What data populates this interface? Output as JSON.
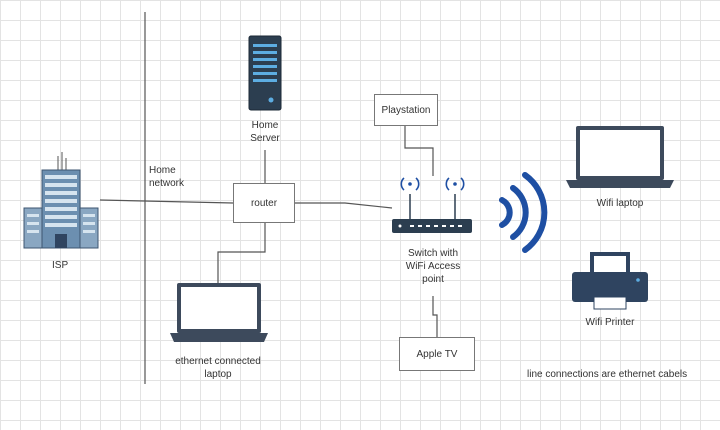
{
  "labels": {
    "isp": "ISP",
    "home_network_line1": "Home",
    "home_network_line2": "network",
    "home_server_line1": "Home",
    "home_server_line2": "Server",
    "router": "router",
    "playstation": "Playstation",
    "switch_line1": "Switch with",
    "switch_line2": "WiFi Access",
    "switch_line3": "point",
    "apple_tv": "Apple TV",
    "wifi_laptop": "Wifi laptop",
    "wifi_printer": "Wifi Printer",
    "ethernet_laptop_line1": "ethernet connected",
    "ethernet_laptop_line2": "laptop",
    "note": "line connections are ethernet cabels"
  },
  "colors": {
    "wifi_signal": "#1e4fa3",
    "server_body": "#2c3e50",
    "laptop_frame": "#3d4a5c",
    "building": "#6c8fb0",
    "printer": "#2f4460",
    "line": "#555555"
  },
  "icons": [
    "building-icon",
    "server-icon",
    "laptop-icon",
    "router-icon",
    "printer-icon",
    "wifi-signal-icon"
  ]
}
